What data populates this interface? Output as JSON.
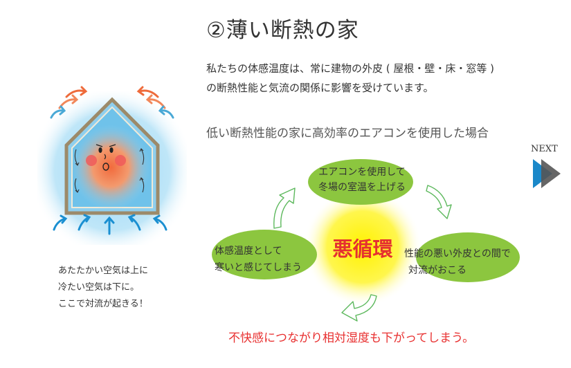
{
  "title": "②薄い断熱の家",
  "intro": {
    "line1": "私たちの体感温度は、常に建物の外皮 ( 屋根・壁・床・窓等 )",
    "line2": "の断熱性能と気流の関係に影響を受けています。"
  },
  "subtitle": "低い断熱性能の家に高効率のエアコンを使用した場合",
  "house_caption": {
    "line1": "あたたかい空気は上に",
    "line2": "冷たい空気は下に。",
    "line3": "ここで対流が起きる！"
  },
  "cycle": {
    "center": "悪循環",
    "top": {
      "line1": "エアコンを使用して",
      "line2": "冬場の室温を上げる"
    },
    "right": {
      "line1": "性能の悪い外皮との間で",
      "line2": "対流がおこる"
    },
    "left": {
      "line1": "体感温度として",
      "line2": "寒いと感じてしまう"
    }
  },
  "conclusion": "不快感につながり相対湿度も下がってしまう。",
  "next": {
    "label": "NEXT"
  },
  "colors": {
    "bubble": "#8cc63f",
    "center_glow": "#fff200",
    "warm": "#f05a28",
    "cold": "#29abe2",
    "accent_red": "#e53030",
    "next_blue": "#1a88c9"
  }
}
